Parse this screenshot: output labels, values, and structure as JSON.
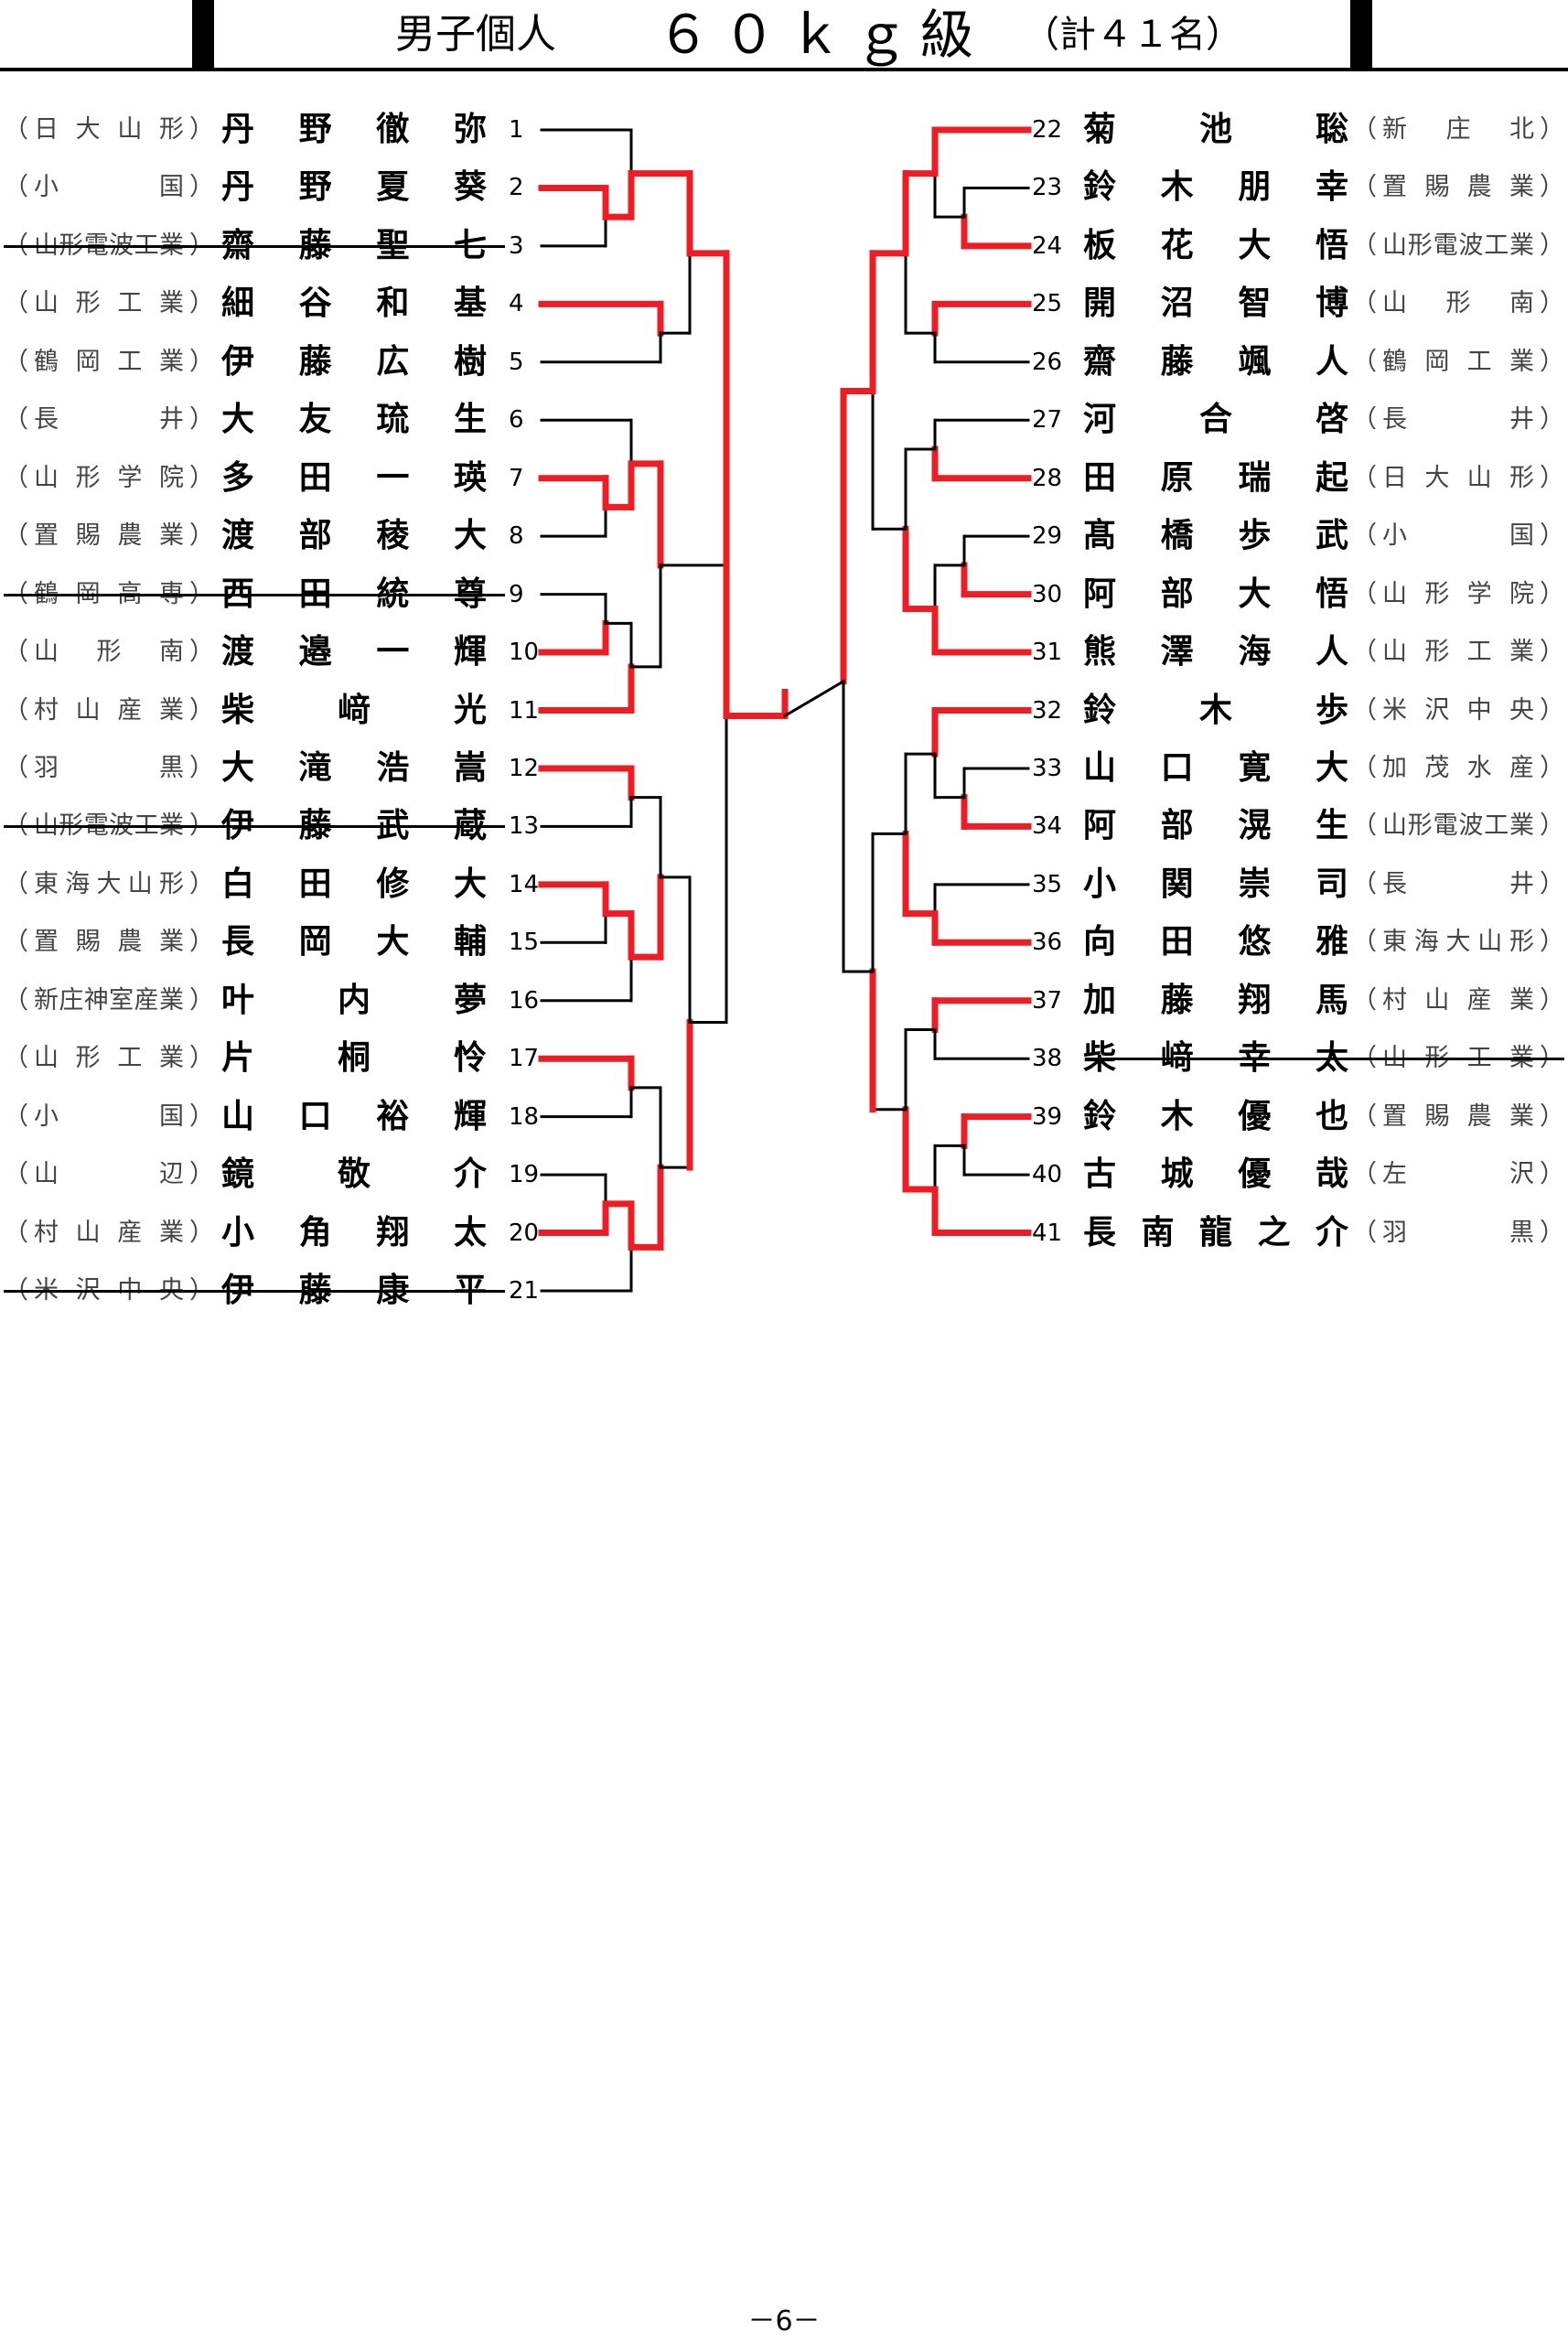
{
  "header": {
    "category": "男子個人",
    "weight_class": "６０ｋｇ級",
    "total": "（計４１名）"
  },
  "page_number": "－6－",
  "colors": {
    "winner_line": "#ee1c24",
    "bracket_line": "#000000"
  },
  "left": [
    {
      "num": "1",
      "name": "丹野徹弥",
      "school": "日大山形",
      "winner": true,
      "strike": false
    },
    {
      "num": "2",
      "name": "丹野夏葵",
      "school": "小国",
      "winner": true,
      "strike": false
    },
    {
      "num": "3",
      "name": "齋藤聖七",
      "school": "山形電波工業",
      "winner": false,
      "strike": true
    },
    {
      "num": "4",
      "name": "細谷和基",
      "school": "山形工業",
      "winner": true,
      "strike": false
    },
    {
      "num": "5",
      "name": "伊藤広樹",
      "school": "鶴岡工業",
      "winner": false,
      "strike": false
    },
    {
      "num": "6",
      "name": "大友琉生",
      "school": "長井",
      "winner": false,
      "strike": false
    },
    {
      "num": "7",
      "name": "多田一瑛",
      "school": "山形学院",
      "winner": true,
      "strike": false
    },
    {
      "num": "8",
      "name": "渡部稜大",
      "school": "置賜農業",
      "winner": false,
      "strike": false
    },
    {
      "num": "9",
      "name": "西田統尊",
      "school": "鶴岡高専",
      "winner": false,
      "strike": true
    },
    {
      "num": "10",
      "name": "渡邉一輝",
      "school": "山形南",
      "winner": true,
      "strike": false
    },
    {
      "num": "11",
      "name": "柴﨑光",
      "school": "村山産業",
      "winner": true,
      "strike": false
    },
    {
      "num": "12",
      "name": "大滝浩嵩",
      "school": "羽黒",
      "winner": true,
      "strike": false
    },
    {
      "num": "13",
      "name": "伊藤武蔵",
      "school": "山形電波工業",
      "winner": false,
      "strike": true
    },
    {
      "num": "14",
      "name": "白田修大",
      "school": "東海大山形",
      "winner": true,
      "strike": false
    },
    {
      "num": "15",
      "name": "長岡大輔",
      "school": "置賜農業",
      "winner": false,
      "strike": false
    },
    {
      "num": "16",
      "name": "叶内夢",
      "school": "新庄神室産業",
      "winner": false,
      "strike": false
    },
    {
      "num": "17",
      "name": "片桐怜",
      "school": "山形工業",
      "winner": true,
      "strike": false
    },
    {
      "num": "18",
      "name": "山口裕輝",
      "school": "小国",
      "winner": false,
      "strike": false
    },
    {
      "num": "19",
      "name": "鏡敬介",
      "school": "山辺",
      "winner": false,
      "strike": false
    },
    {
      "num": "20",
      "name": "小角翔太",
      "school": "村山産業",
      "winner": true,
      "strike": false
    },
    {
      "num": "21",
      "name": "伊藤康平",
      "school": "米沢中央",
      "winner": false,
      "strike": true
    }
  ],
  "right": [
    {
      "num": "22",
      "name": "菊池聡",
      "school": "新庄北",
      "winner": true,
      "strike": false
    },
    {
      "num": "23",
      "name": "鈴木朋幸",
      "school": "置賜農業",
      "winner": false,
      "strike": false
    },
    {
      "num": "24",
      "name": "板花大悟",
      "school": "山形電波工業",
      "winner": true,
      "strike": false
    },
    {
      "num": "25",
      "name": "開沼智博",
      "school": "山形南",
      "winner": true,
      "strike": false
    },
    {
      "num": "26",
      "name": "齋藤颯人",
      "school": "鶴岡工業",
      "winner": false,
      "strike": false
    },
    {
      "num": "27",
      "name": "河合啓",
      "school": "長井",
      "winner": false,
      "strike": false
    },
    {
      "num": "28",
      "name": "田原瑞起",
      "school": "日大山形",
      "winner": true,
      "strike": false
    },
    {
      "num": "29",
      "name": "髙橋歩武",
      "school": "小国",
      "winner": false,
      "strike": false
    },
    {
      "num": "30",
      "name": "阿部大悟",
      "school": "山形学院",
      "winner": true,
      "strike": false
    },
    {
      "num": "31",
      "name": "熊澤海人",
      "school": "山形工業",
      "winner": true,
      "strike": false
    },
    {
      "num": "32",
      "name": "鈴木歩",
      "school": "米沢中央",
      "winner": true,
      "strike": false
    },
    {
      "num": "33",
      "name": "山口寛大",
      "school": "加茂水産",
      "winner": false,
      "strike": false
    },
    {
      "num": "34",
      "name": "阿部滉生",
      "school": "山形電波工業",
      "winner": true,
      "strike": false
    },
    {
      "num": "35",
      "name": "小関崇司",
      "school": "長井",
      "winner": false,
      "strike": false
    },
    {
      "num": "36",
      "name": "向田悠雅",
      "school": "東海大山形",
      "winner": true,
      "strike": false
    },
    {
      "num": "37",
      "name": "加藤翔馬",
      "school": "村山産業",
      "winner": true,
      "strike": false
    },
    {
      "num": "38",
      "name": "柴﨑幸太",
      "school": "山形工業",
      "winner": false,
      "strike": true
    },
    {
      "num": "39",
      "name": "鈴木優也",
      "school": "置賜農業",
      "winner": true,
      "strike": false
    },
    {
      "num": "40",
      "name": "古城優哉",
      "school": "左沢",
      "winner": false,
      "strike": false
    },
    {
      "num": "41",
      "name": "長南龍之介",
      "school": "羽黒",
      "winner": true,
      "strike": false
    }
  ]
}
